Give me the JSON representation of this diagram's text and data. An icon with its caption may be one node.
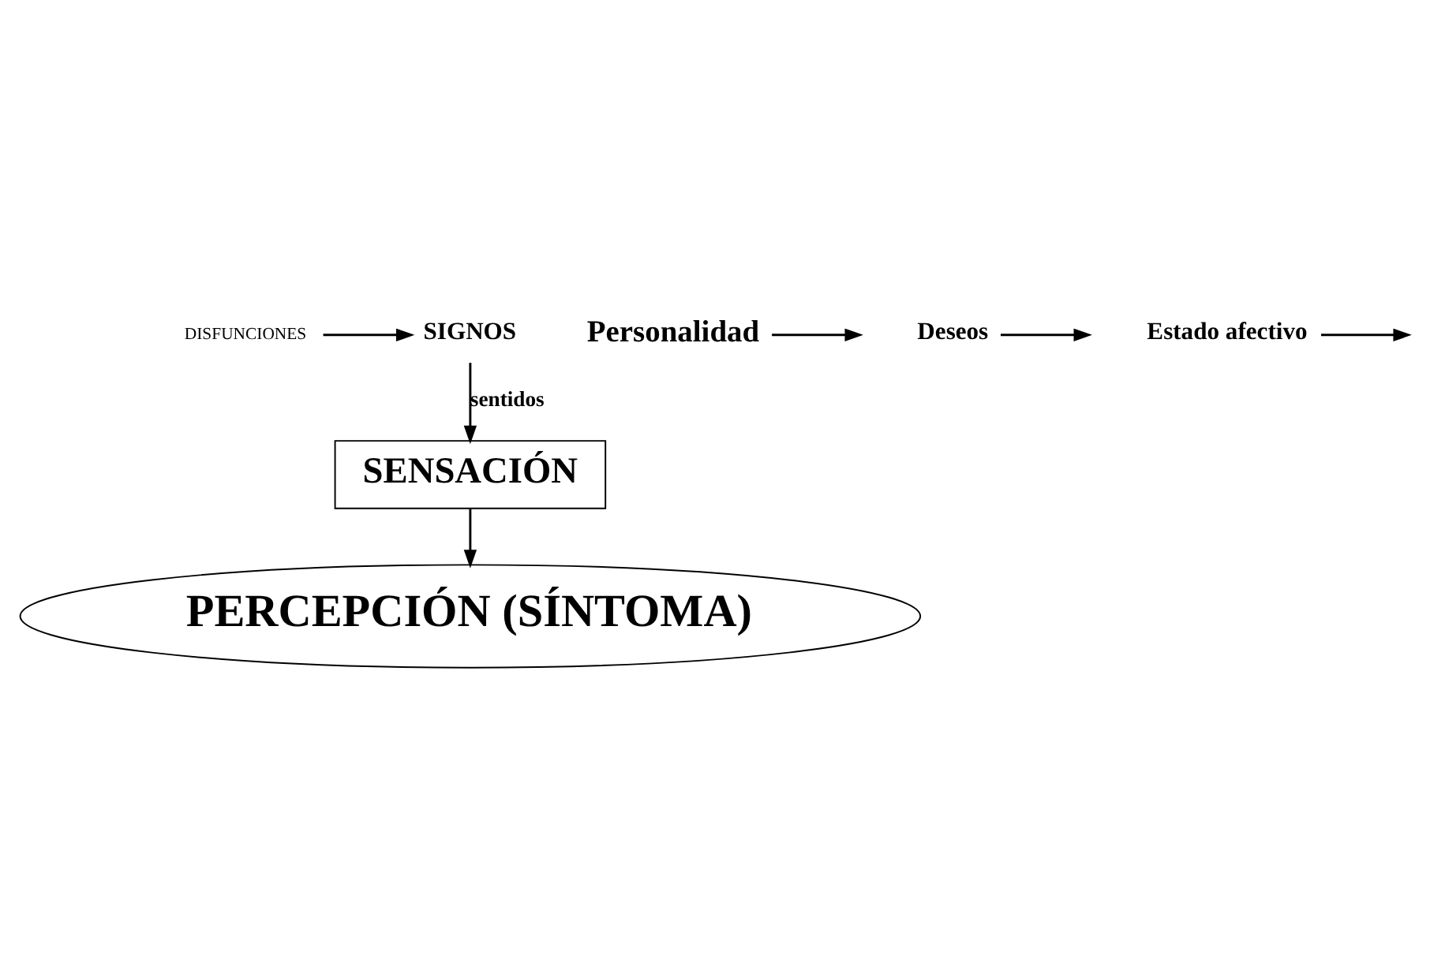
{
  "diagram": {
    "nodes": [
      {
        "text": [
          "DISFUNCIONES"
        ]
      },
      {
        "text": [
          "SIGNOS"
        ]
      },
      {
        "text": [
          "SENSACIÓN"
        ]
      },
      {
        "text": [
          "PERCEPCIÓN (SÍNTOMA)"
        ]
      },
      {
        "text": [
          "Personalidad"
        ]
      },
      {
        "text": [
          "Deseos"
        ]
      },
      {
        "text": [
          "Estado afectivo"
        ]
      }
    ],
    "edges": [
      {
        "from": 0,
        "to": 1,
        "arrow": "to"
      },
      {
        "from": 1,
        "to": 2,
        "arrow": "to",
        "label": "sentidos"
      },
      {
        "from": 2,
        "to": 3,
        "arrow": "to"
      },
      {
        "from": 4,
        "to": null,
        "arrow": "to"
      },
      {
        "from": 5,
        "to": null,
        "arrow": "to"
      },
      {
        "from": 6,
        "to": null,
        "arrow": "to"
      }
    ]
  }
}
